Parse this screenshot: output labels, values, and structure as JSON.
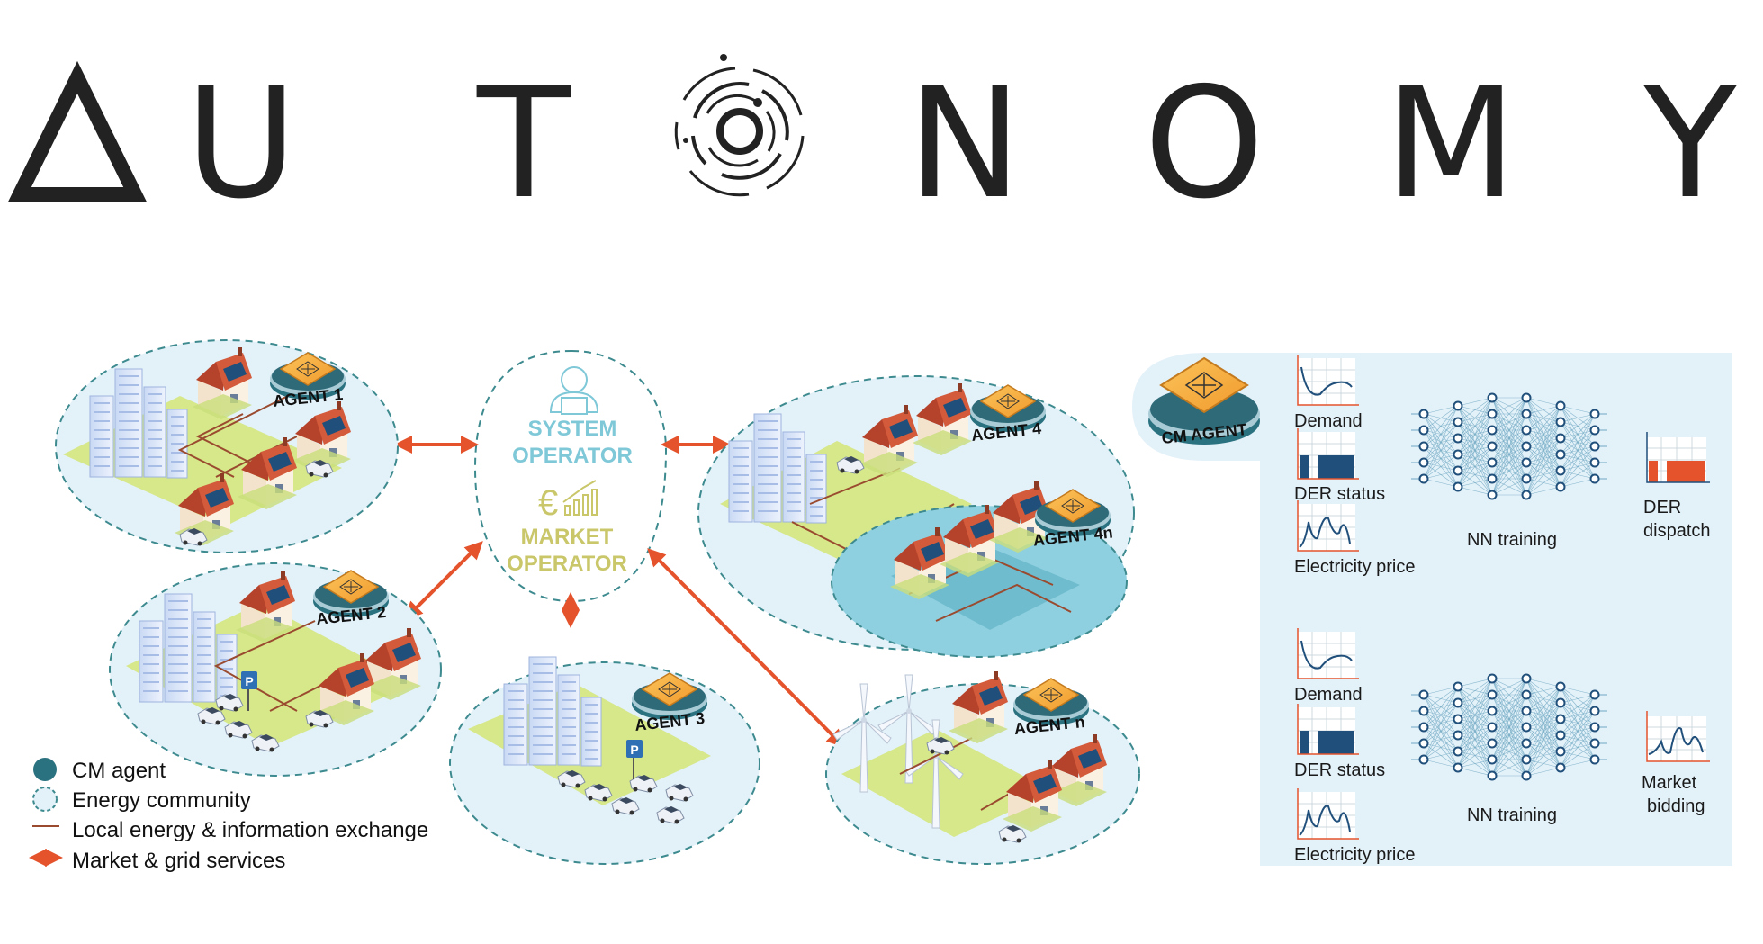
{
  "logo": {
    "letters": [
      "A",
      "U",
      "T",
      "N",
      "O",
      "M",
      "Y"
    ]
  },
  "operator": {
    "system": [
      "SYSTEM",
      "OPERATOR"
    ],
    "market": [
      "MARKET",
      "OPERATOR"
    ],
    "euro_symbol": "€"
  },
  "agents": {
    "a1": "AGENT 1",
    "a2": "AGENT 2",
    "a3": "AGENT 3",
    "a4": "AGENT 4",
    "a4n": "AGENT 4n",
    "an": "AGENT n",
    "cm": "CM AGENT"
  },
  "panel": {
    "top": {
      "inputs": [
        "Demand",
        "DER status",
        "Electricity price"
      ],
      "nn_label": "NN training",
      "output": [
        "DER",
        "dispatch"
      ]
    },
    "bottom": {
      "inputs": [
        "Demand",
        "DER status",
        "Electricity price"
      ],
      "nn_label": "NN training",
      "output": [
        "Market",
        "bidding"
      ]
    }
  },
  "legend": {
    "items": [
      "CM agent",
      "Energy community",
      "Local energy & information exchange",
      "Market & grid services"
    ]
  },
  "colors": {
    "teal": "#2b7280",
    "dashed": "#3d8a8f",
    "arrow": "#e4532c",
    "orange": "#f4a93a",
    "light_blue": "#e3f1f9",
    "system_text": "#7fc8d8",
    "market_text": "#c9c76a",
    "brown": "#9a4b2f",
    "navy": "#1f4f7a"
  }
}
